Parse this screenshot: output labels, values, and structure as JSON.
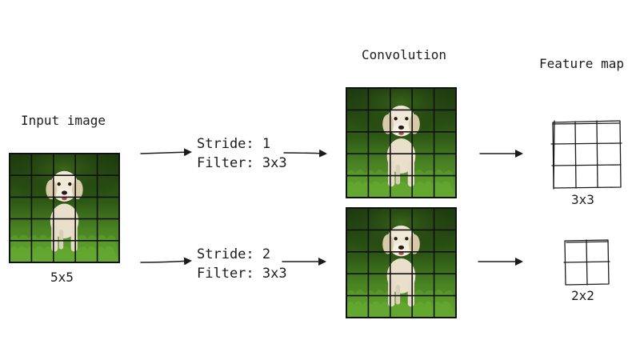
{
  "input": {
    "title": "Input image",
    "size_label": "5x5",
    "grid_cells": 5
  },
  "convolution": {
    "title": "Convolution"
  },
  "feature_map": {
    "title": "Feature map"
  },
  "paths": [
    {
      "stride_label": "Stride: 1",
      "filter_label": "Filter: 3x3",
      "output_label": "3x3",
      "output_cells": 3
    },
    {
      "stride_label": "Stride: 2",
      "filter_label": "Filter: 3x3",
      "output_label": "2x2",
      "output_cells": 2
    }
  ],
  "colors": {
    "ink": "#1b1b1b",
    "grass_dark": "#1f3d12",
    "grass_light": "#4e8a25",
    "dog": "#efe6d4"
  }
}
